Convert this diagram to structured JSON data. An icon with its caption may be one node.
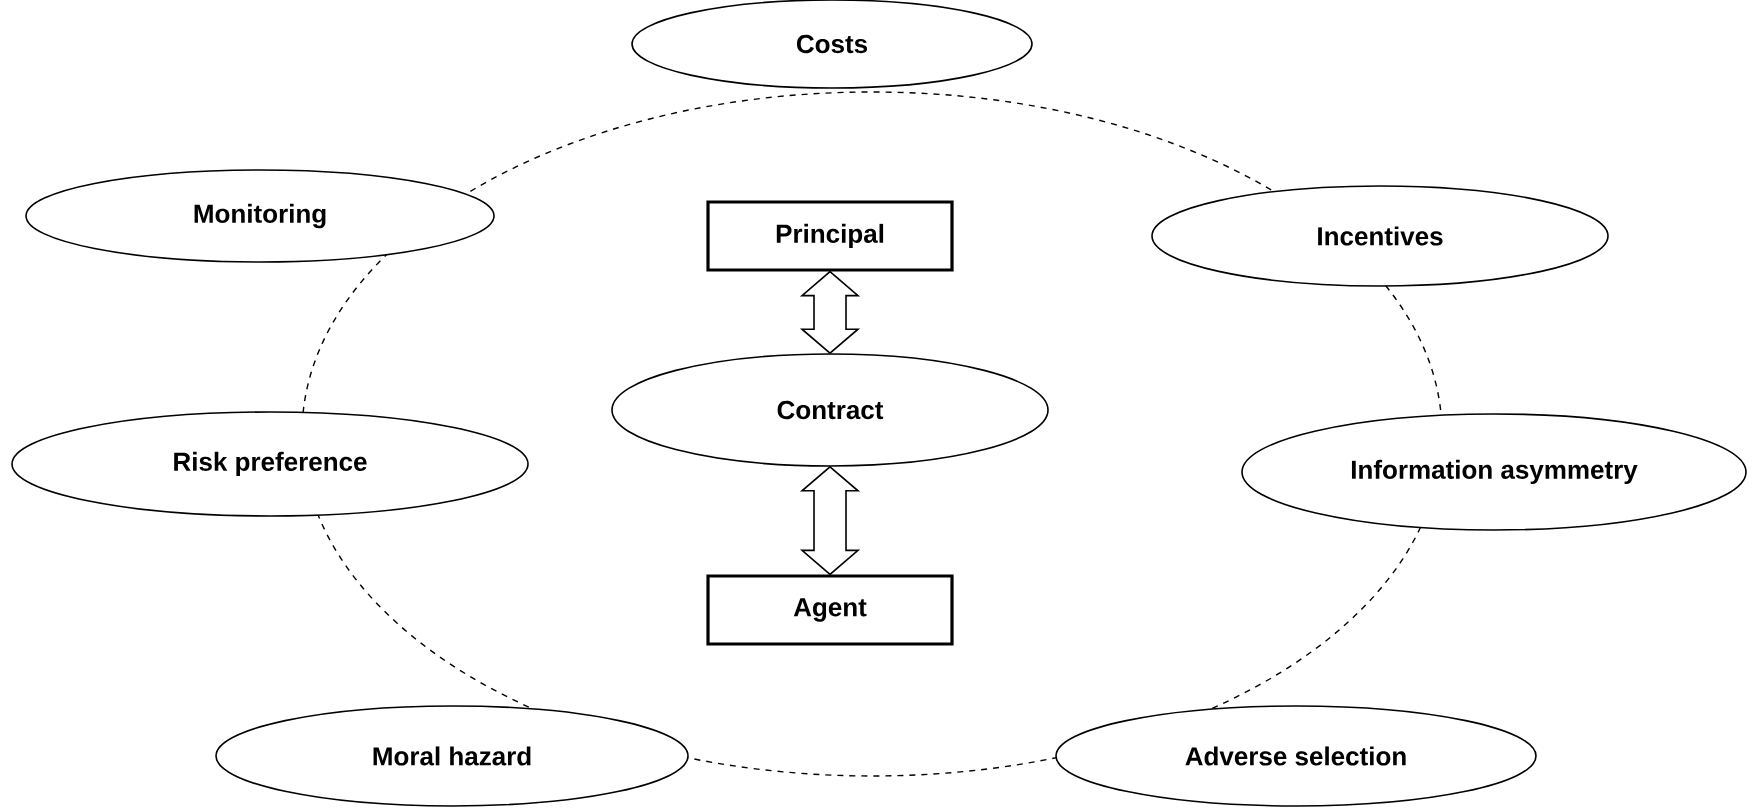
{
  "diagram": {
    "nodes": [
      {
        "text": [
          "Costs"
        ]
      },
      {
        "text": [
          "Monitoring"
        ]
      },
      {
        "text": [
          "Principal"
        ]
      },
      {
        "text": [
          "Incentives"
        ]
      },
      {
        "text": [
          "Contract"
        ]
      },
      {
        "text": [
          "Risk preference"
        ]
      },
      {
        "text": [
          "Information asymmetry"
        ]
      },
      {
        "text": [
          "Agent"
        ]
      },
      {
        "text": [
          "Moral hazard"
        ]
      },
      {
        "text": [
          "Adverse selection"
        ]
      }
    ],
    "edges": [
      {
        "from": 2,
        "to": 4,
        "arrow": "both"
      },
      {
        "from": 4,
        "to": 7,
        "arrow": "both"
      }
    ]
  }
}
